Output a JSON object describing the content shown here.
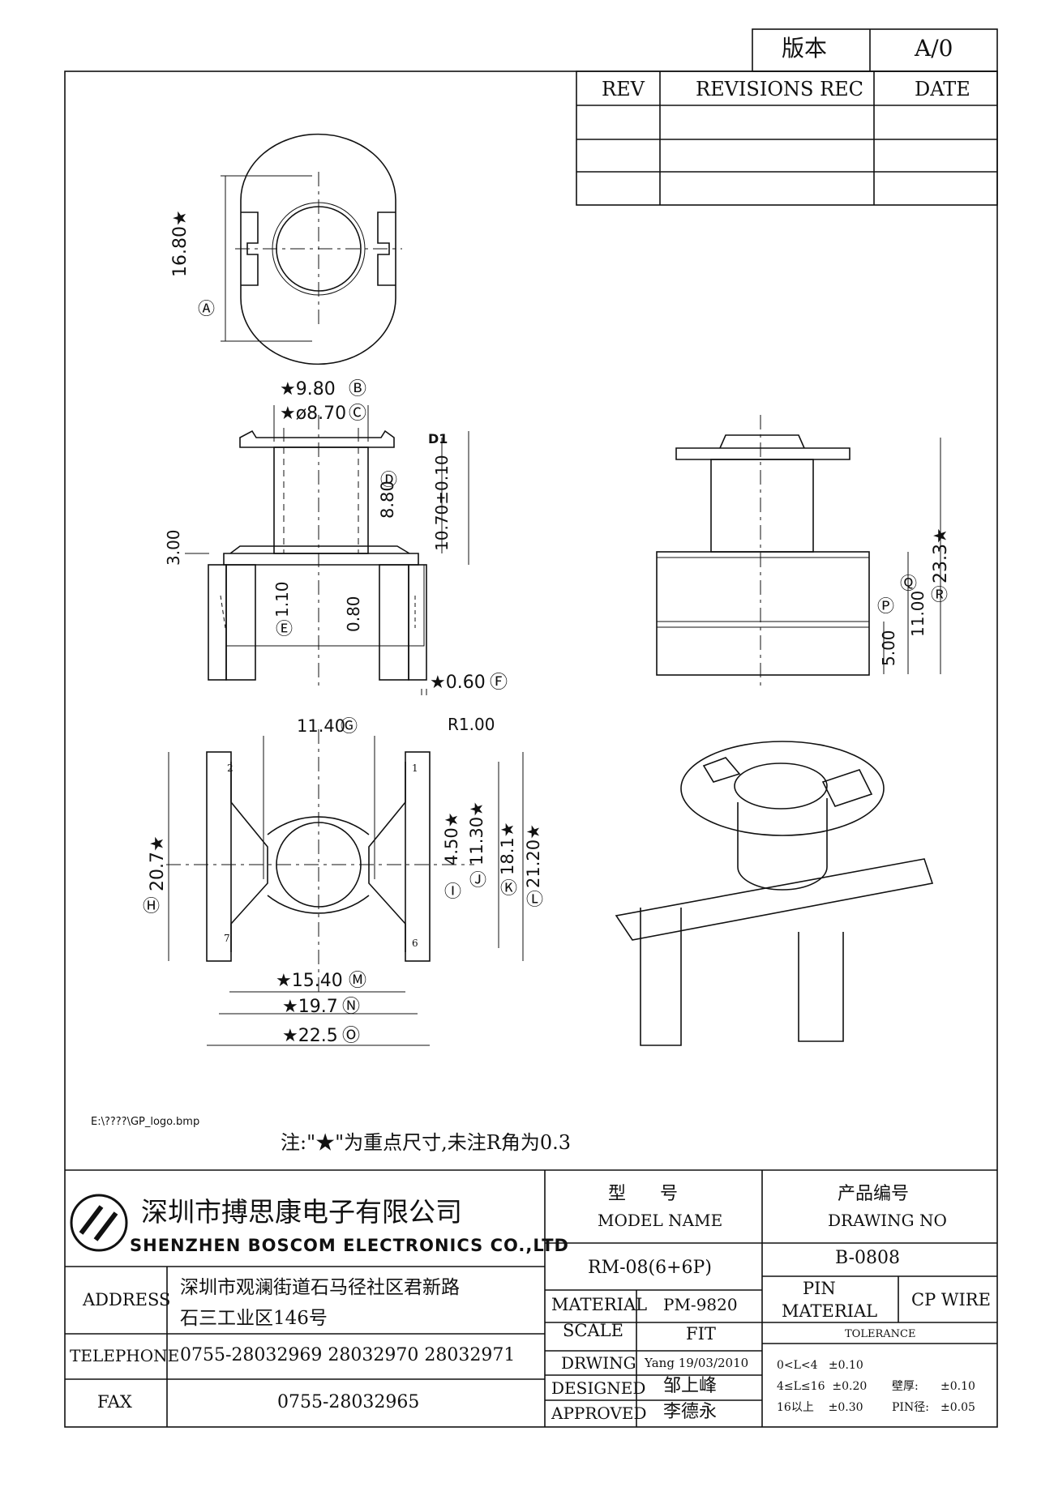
{
  "version": {
    "label": "版本",
    "value": "A/0"
  },
  "revisions": {
    "col_rev": "REV",
    "col_rec": "REVISIONS REC",
    "col_date": "DATE"
  },
  "dims": {
    "a": "16.80★",
    "a_tag": "Ⓐ",
    "b": "★9.80",
    "b_tag": "Ⓑ",
    "c": "★ø8.70",
    "c_tag": "Ⓒ",
    "d1_tag": "D1",
    "d": "8.80",
    "d_tag": "Ⓓ",
    "h1070": "10.70±0.10",
    "h300": "3.00",
    "e": "1.10",
    "e_tag": "Ⓔ",
    "c080": "0.80",
    "f": "★0.60",
    "f_tag": "Ⓕ",
    "r": "23.3★",
    "r_tag": "Ⓡ",
    "q_tag": "Ⓠ",
    "p11": "11.00",
    "p_tag": "Ⓟ",
    "p5": "5.00",
    "g": "11.40",
    "g_tag": "Ⓖ",
    "r100": "R1.00",
    "h": "20.7★",
    "h_tag": "Ⓗ",
    "i": "4.50★",
    "i_tag": "Ⓘ",
    "j": "11.30★",
    "j_tag": "Ⓙ",
    "k": "18.1★",
    "k_tag": "Ⓚ",
    "l": "21.20★",
    "l_tag": "Ⓛ",
    "m": "★15.40",
    "m_tag": "Ⓜ",
    "n": "★19.7",
    "n_tag": "Ⓝ",
    "o": "★22.5",
    "o_tag": "Ⓞ",
    "pin1": "1",
    "pin2": "2",
    "pin6": "6",
    "pin7": "7"
  },
  "logo_path": "E:\\????\\GP_logo.bmp",
  "note": "注:\"★\"为重点尺寸,未注R角为0.3",
  "company": {
    "name_cn": "深圳市搏思康电子有限公司",
    "name_en": "SHENZHEN BOSCOM ELECTRONICS CO.,LTD",
    "address_label": "ADDRESS",
    "address_line1": "深圳市观澜街道石马径社区君新路",
    "address_line2": "石三工业区146号",
    "telephone_label": "TELEPHONE",
    "telephone": "0755-28032969 28032970 28032971",
    "fax_label": "FAX",
    "fax": "0755-28032965"
  },
  "title_block": {
    "model_cn": "型      号",
    "model_en": "MODEL NAME",
    "drawing_cn": "产品编号",
    "drawing_en": "DRAWING NO",
    "model_value": "RM-08(6+6P)",
    "drawing_value": "B-0808",
    "material_label": "MATERIAL",
    "material_value": "PM-9820",
    "pin_material_label_1": "PIN",
    "pin_material_label_2": "MATERIAL",
    "pin_material_value": "CP WIRE",
    "scale_label": "SCALE",
    "scale_value": "FIT",
    "tolerance_label": "TOLERANCE",
    "drawing_label": "DRWING",
    "drawing_by": "Yang 19/03/2010",
    "designed_label": "DESIGNED",
    "designed_by": "邹上峰",
    "approved_label": "APPROVED",
    "approved_by": "李德永",
    "tol1": "0<L<4   ±0.10",
    "tol2": "4≤L≤16  ±0.20",
    "tol3": "16以上    ±0.30",
    "wall_label": "壁厚:",
    "wall_value": "±0.10",
    "pin_dia_label": "PIN径:",
    "pin_dia_value": "±0.05"
  }
}
